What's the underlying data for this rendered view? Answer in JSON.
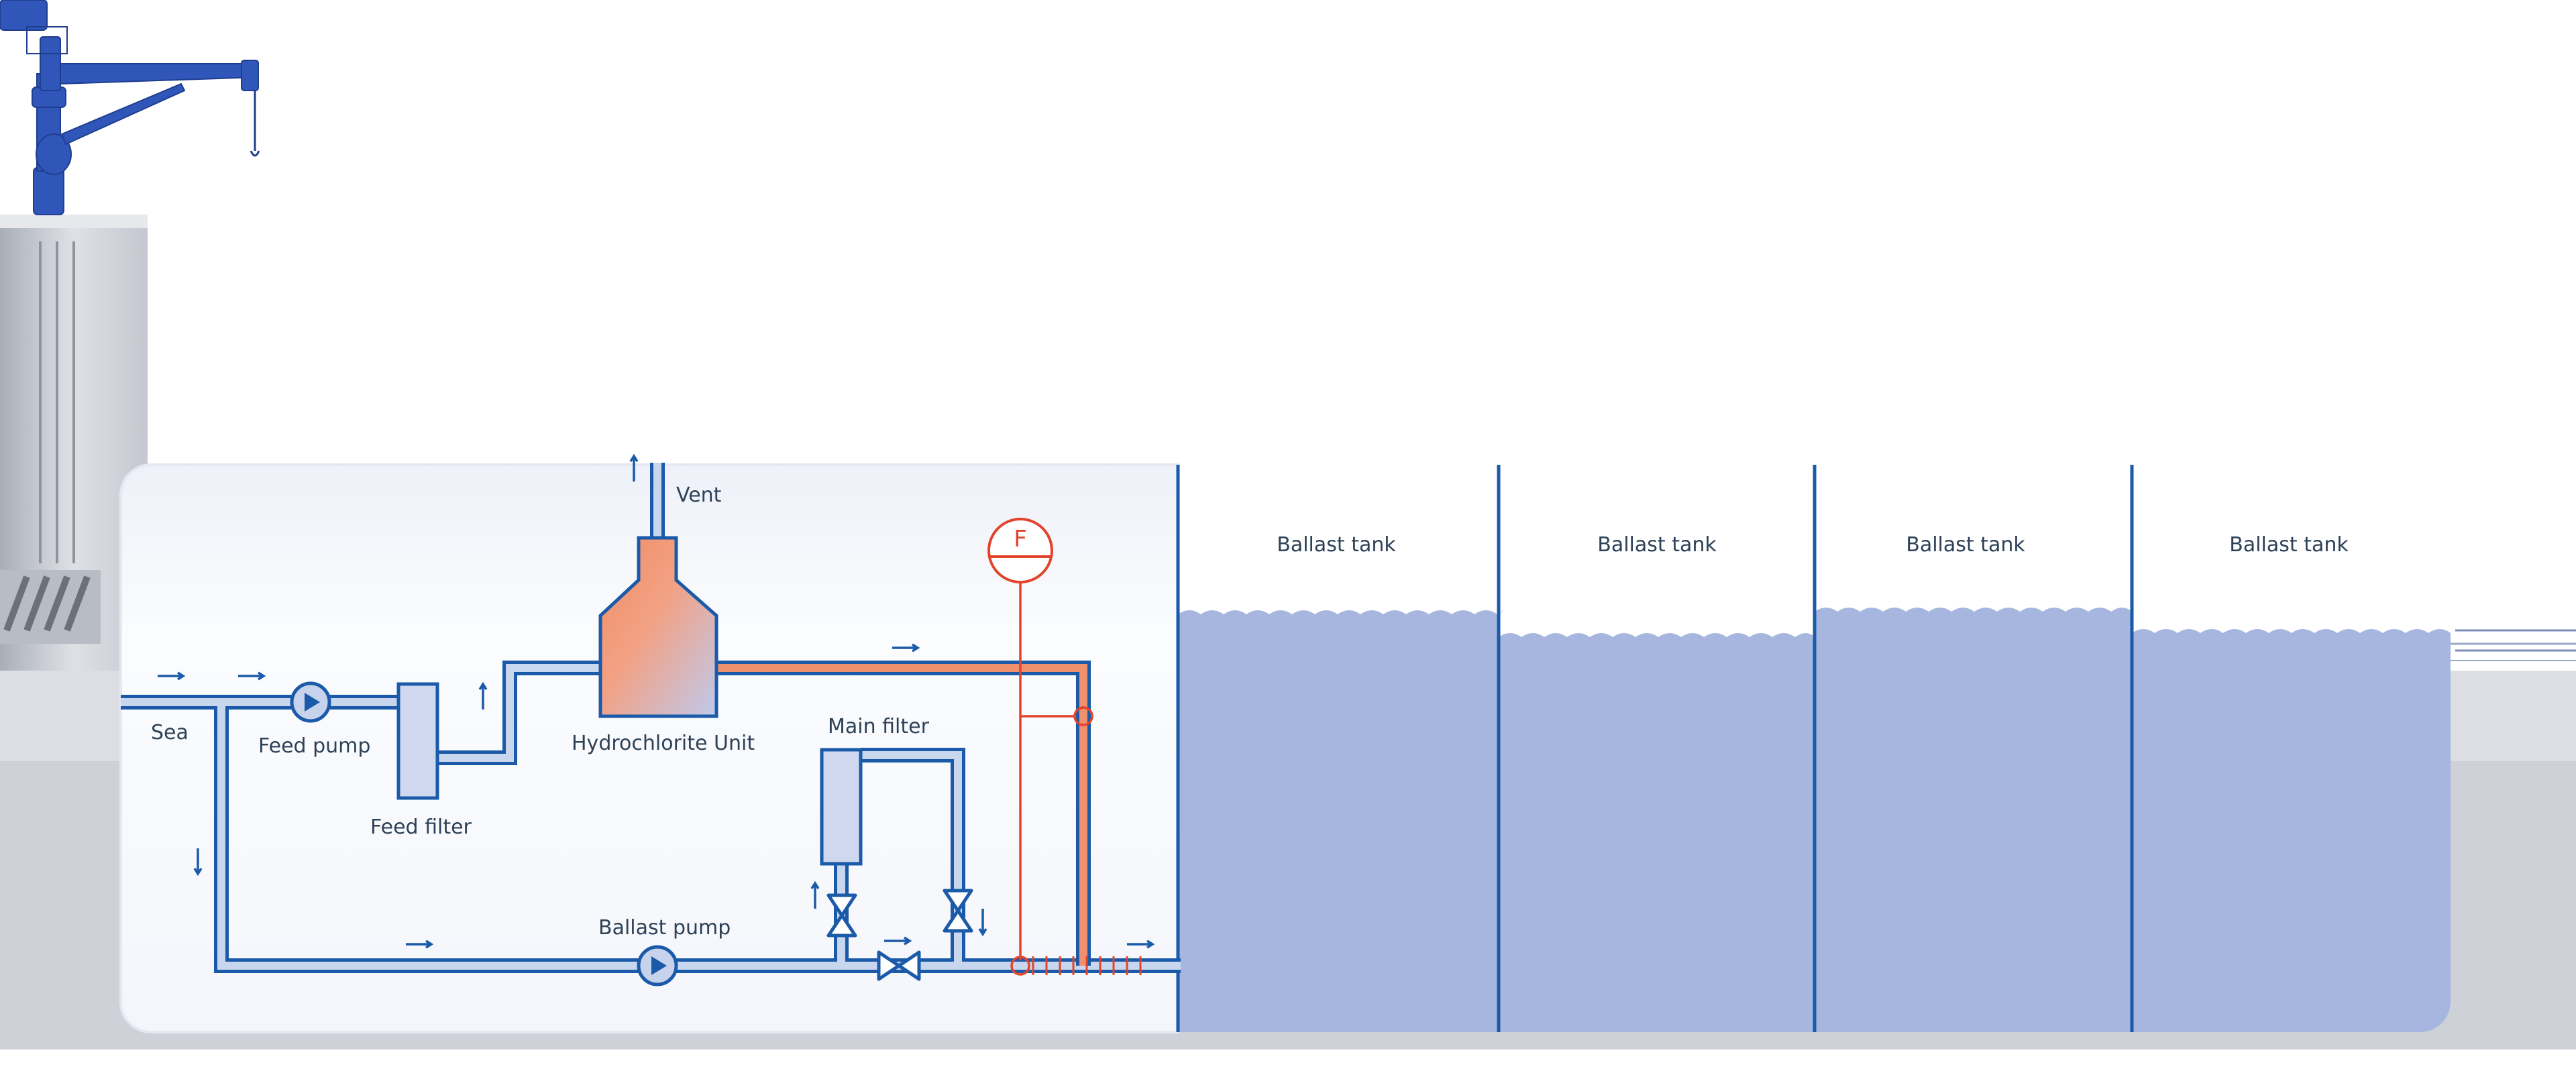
{
  "labels": {
    "vent": "Vent",
    "sea": "Sea",
    "feed_pump": "Feed pump",
    "feed_filter": "Feed filter",
    "hydrochlorite_unit": "Hydrochlorite Unit",
    "main_filter": "Main filter",
    "ballast_pump": "Ballast pump",
    "flow_meter": "F"
  },
  "tanks": [
    {
      "label": "Ballast tank"
    },
    {
      "label": "Ballast tank"
    },
    {
      "label": "Ballast tank"
    },
    {
      "label": "Ballast tank"
    }
  ],
  "colors": {
    "pipe": "#1a5aa8",
    "pipe_fill": "#c8d7ee",
    "chlorine": "#f0906c",
    "control_line": "#e2432a",
    "water": "#a6b6df",
    "hull": "#c9cbd3"
  },
  "icons": [
    "crane-icon",
    "pump-icon",
    "valve-icon",
    "flow-meter-icon",
    "filter-icon"
  ]
}
